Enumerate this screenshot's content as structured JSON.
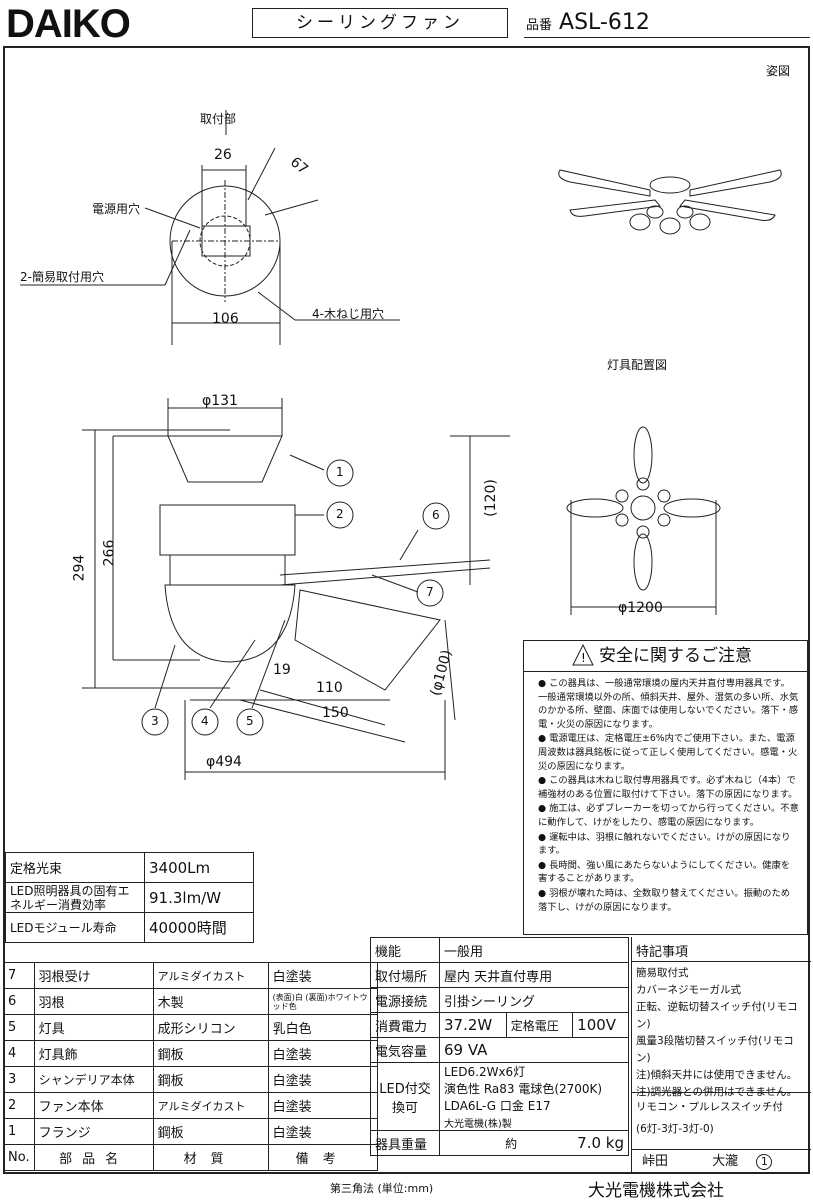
{
  "header": {
    "logo": "DAIKO",
    "product_type": "シーリングファン",
    "hinban_label": "品番",
    "hinban": "ASL-612"
  },
  "drawing": {
    "view_label": "姿図",
    "mount_label": "取付部",
    "dim_26": "26",
    "dim_67": "67",
    "dim_106": "106",
    "power_hole": "電源用穴",
    "simple_hole": "2-簡易取付用穴",
    "wood_screw": "4-木ねじ用穴",
    "layout_label": "灯具配置図",
    "dim_131": "φ131",
    "dim_294": "294",
    "dim_266": "266",
    "dim_120": "(120)",
    "dim_19": "19",
    "dim_110": "110",
    "dim_150": "150",
    "dim_100": "(φ100)",
    "dim_494": "φ494",
    "dim_1200": "φ1200",
    "callouts": [
      "1",
      "2",
      "3",
      "4",
      "5",
      "6",
      "7"
    ]
  },
  "safety": {
    "title": "安全に関するご注意",
    "items": [
      "この器具は、一般通常環境の屋内天井直付専用器具です。一般通常環境以外の所、傾斜天井、屋外、湿気の多い所、水気のかかる所、壁面、床面では使用しないでください。落下・感電・火災の原因になります。",
      "電源電圧は、定格電圧±6%内でご使用下さい。また、電源周波数は器具銘板に従って正しく使用してください。感電・火災の原因になります。",
      "この器具は木ねじ取付専用器具です。必ず木ねじ（4本）で補強材のある位置に取付けて下さい。落下の原因になります。",
      "施工は、必ずブレーカーを切ってから行ってください。不意に動作して、けがをしたり、感電の原因になります。",
      "運転中は、羽根に触れないでください。けがの原因になります。",
      "長時間、強い風にあたらないようにしてください。健康を害することがあります。",
      "羽根が壊れた時は、全数取り替えてください。振動のため落下し、けがの原因になります。"
    ]
  },
  "spec": [
    {
      "label": "定格光束",
      "value": "3400Lm"
    },
    {
      "label": "LED照明器具の固有エネルギー消費効率",
      "value": "91.3lm/W"
    },
    {
      "label": "LEDモジュール寿命",
      "value": "40000時間"
    }
  ],
  "parts": {
    "headers": [
      "No.",
      "部品名",
      "材質",
      "備考"
    ],
    "rows": [
      {
        "no": "7",
        "name": "羽根受け",
        "material": "アルミダイカスト",
        "note": "白塗装"
      },
      {
        "no": "6",
        "name": "羽根",
        "material": "木製",
        "note": "(表面)白 (裏面)ホワイトウッド色"
      },
      {
        "no": "5",
        "name": "灯具",
        "material": "成形シリコン",
        "note": "乳白色"
      },
      {
        "no": "4",
        "name": "灯具飾",
        "material": "鋼板",
        "note": "白塗装"
      },
      {
        "no": "3",
        "name": "シャンデリア本体",
        "material": "鋼板",
        "note": "白塗装"
      },
      {
        "no": "2",
        "name": "ファン本体",
        "material": "アルミダイカスト",
        "note": "白塗装"
      },
      {
        "no": "1",
        "name": "フランジ",
        "material": "鋼板",
        "note": "白塗装"
      }
    ]
  },
  "func": {
    "kinou_label": "機能",
    "kinou": "一般用",
    "place_label": "取付場所",
    "place": "屋内 天井直付専用",
    "conn_label": "電源接続",
    "conn": "引掛シーリング",
    "power_label": "消費電力",
    "power": "37.2W",
    "rated_label": "定格電圧",
    "rated": "100V",
    "cap_label": "電気容量",
    "cap": "69 VA",
    "led_label": "LED付交換可",
    "led_1": "LED6.2Wx6灯",
    "led_2": "演色性 Ra83 電球色(2700K)",
    "led_3": "LDA6L-G 口金 E17",
    "led_4": "大光電機(株)製",
    "weight_label": "器具重量",
    "weight_approx": "約",
    "weight": "7.0 kg"
  },
  "notes": {
    "title": "特記事項",
    "lines": [
      "簡易取付式",
      "カバーネジモーガル式",
      "正転、逆転切替スイッチ付(リモコン)",
      "風量3段階切替スイッチ付(リモコン)",
      "注)傾斜天井には使用できません。",
      "注)調光器との併用はできません。"
    ],
    "remote": "リモコン・プルレススイッチ付",
    "remote_code": "(6灯-3灯-3灯-0)",
    "designer": "峠田",
    "checker": "大瀧",
    "sheet": "1"
  },
  "footer": {
    "projection": "第三角法 (単位:mm)",
    "company": "大光電機株式会社"
  }
}
